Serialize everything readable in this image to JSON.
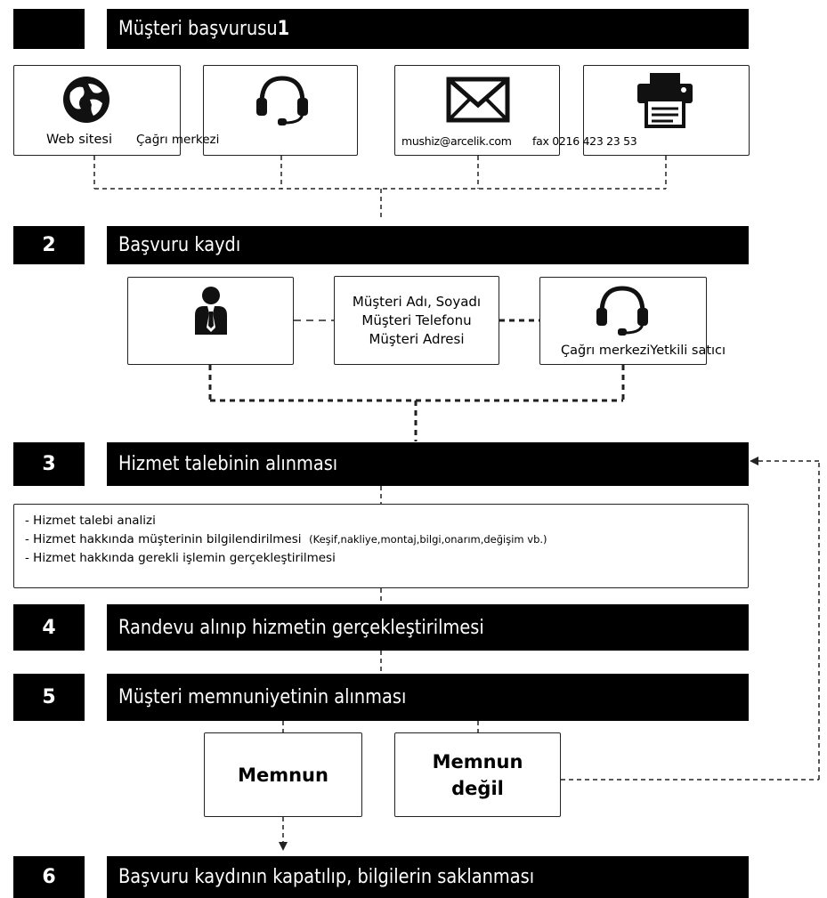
{
  "steps": {
    "s1": {
      "number": "",
      "title": "Müşteri başvurusu",
      "suffix": "1"
    },
    "s2": {
      "number": "2",
      "title": "Başvuru kaydı"
    },
    "s3": {
      "number": "3",
      "title": "Hizmet talebinin alınması"
    },
    "s4": {
      "number": "4",
      "title": "Randevu alınıp hizmetin gerçekleştirilmesi"
    },
    "s5": {
      "number": "5",
      "title": "Müşteri memnuniyetinin alınması"
    },
    "s6": {
      "number": "6",
      "title": "Başvuru kaydının kapatılıp, bilgilerin saklanması"
    }
  },
  "channels": {
    "web_label": "Web sitesi",
    "call_label": "Çağrı merkezi",
    "email_label": "mushiz@arcelik.com",
    "fax_label": "fax 0216 423 23 53",
    "icons": [
      "globe-icon",
      "headset-icon",
      "envelope-icon",
      "fax-icon"
    ]
  },
  "registration": {
    "fields": [
      "Müşteri Adı, Soyadı",
      "Müşteri Telefonu",
      "Müşteri Adresi"
    ],
    "right_label": "Çağrı merkeziYetkili satıcı",
    "icons": [
      "person-icon",
      "headset-icon"
    ]
  },
  "request": {
    "items": [
      "- Hizmet talebi analizi",
      "- Hizmet hakkında müşterinin bilgilendirilmesi",
      "- Hizmet hakkında gerekli işlemin gerçekleştirilmesi"
    ],
    "note": "(Keşif,nakliye,montaj,bilgi,onarım,değişim vb.)"
  },
  "satisfaction": {
    "satisfied": "Memnun",
    "not_satisfied_line1": "Memnun",
    "not_satisfied_line2": "değil"
  }
}
